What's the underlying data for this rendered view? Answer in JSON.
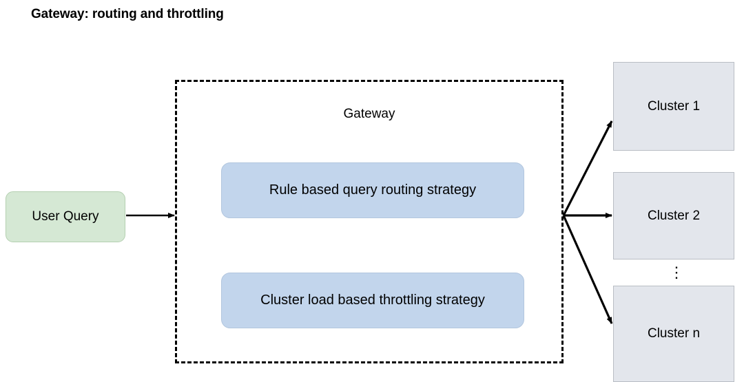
{
  "page": {
    "title": "Gateway: routing and throttling",
    "background_color": "#ffffff"
  },
  "diagram": {
    "source_node": {
      "label": "User Query",
      "fill_color": "#d5e8d4",
      "border_color": "#b4cfb0"
    },
    "gateway": {
      "label": "Gateway",
      "border_style": "dashed",
      "border_color": "#000000",
      "strategies": [
        {
          "label": "Rule based query routing strategy",
          "fill_color": "#c2d5ec"
        },
        {
          "label": "Cluster load based throttling strategy",
          "fill_color": "#c2d5ec"
        }
      ]
    },
    "clusters": [
      {
        "label": "Cluster 1",
        "fill_color": "#e3e6ec"
      },
      {
        "label": "Cluster 2",
        "fill_color": "#e3e6ec"
      },
      {
        "label": "Cluster n",
        "fill_color": "#e3e6ec"
      }
    ],
    "cluster_continuation": "⋮",
    "arrows": [
      {
        "name": "user-query-to-gateway",
        "from": "User Query",
        "to": "Gateway"
      },
      {
        "name": "gateway-to-cluster-1",
        "from": "Gateway",
        "to": "Cluster 1"
      },
      {
        "name": "gateway-to-cluster-2",
        "from": "Gateway",
        "to": "Cluster 2"
      },
      {
        "name": "gateway-to-cluster-n",
        "from": "Gateway",
        "to": "Cluster n"
      }
    ]
  }
}
